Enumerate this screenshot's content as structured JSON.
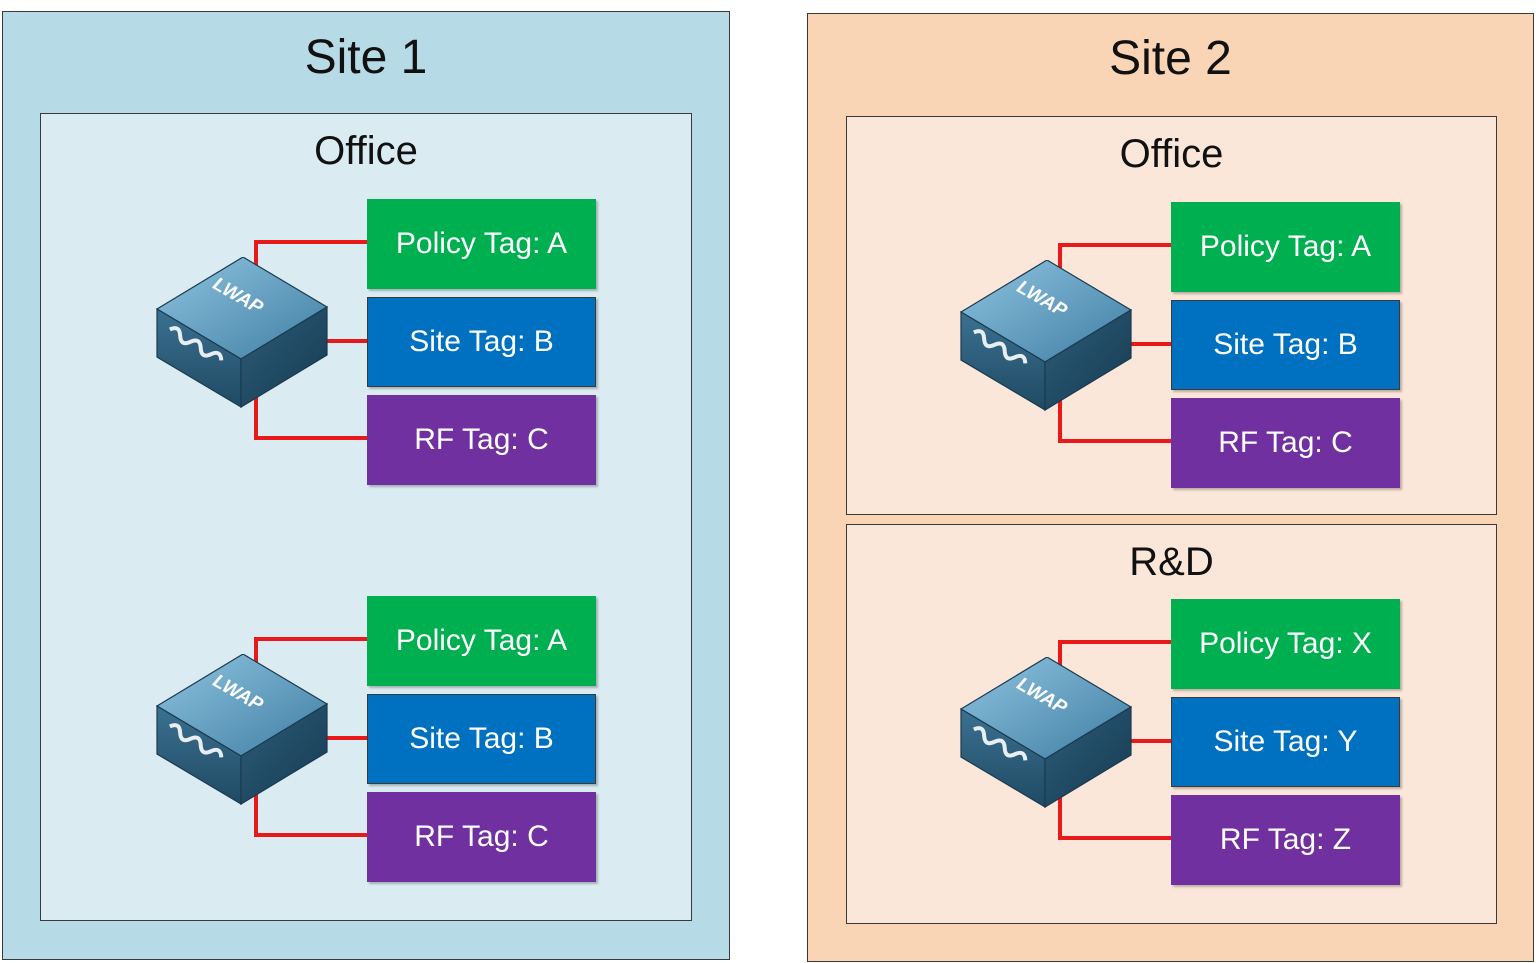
{
  "sites": [
    {
      "title": "Site 1",
      "areas": [
        {
          "title": "Office",
          "access_points": [
            {
              "device_label": "LWAP",
              "tags": {
                "policy": "Policy Tag: A",
                "site": "Site Tag: B",
                "rf": "RF Tag: C"
              }
            },
            {
              "device_label": "LWAP",
              "tags": {
                "policy": "Policy Tag: A",
                "site": "Site Tag: B",
                "rf": "RF Tag: C"
              }
            }
          ]
        }
      ]
    },
    {
      "title": "Site 2",
      "areas": [
        {
          "title": "Office",
          "access_points": [
            {
              "device_label": "LWAP",
              "tags": {
                "policy": "Policy Tag: A",
                "site": "Site Tag: B",
                "rf": "RF Tag: C"
              }
            }
          ]
        },
        {
          "title": "R&D",
          "access_points": [
            {
              "device_label": "LWAP",
              "tags": {
                "policy": "Policy Tag: X",
                "site": "Site Tag: Y",
                "rf": "RF Tag: Z"
              }
            }
          ]
        }
      ]
    }
  ],
  "colors": {
    "site1_background": "#b7dbe6",
    "site2_background": "#f9d4b5",
    "policy_tag": "#00b050",
    "site_tag": "#0070c0",
    "rf_tag": "#7030a0",
    "link": "#e8191b"
  },
  "icons": {
    "access_point": "lwap-access-point-icon"
  }
}
